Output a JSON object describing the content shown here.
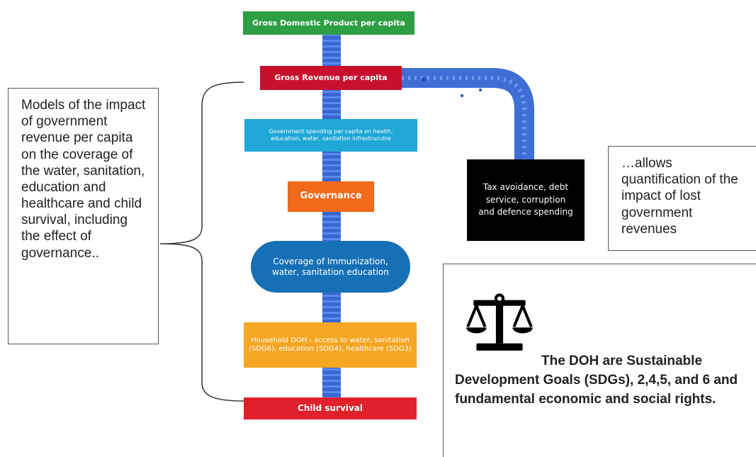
{
  "colors": {
    "gdp": "#2e9e44",
    "revenue": "#c8102e",
    "spending": "#1fa7d6",
    "governance": "#f06a1a",
    "coverage": "#1670b5",
    "household": "#f5a623",
    "child_survival": "#e0202a",
    "tax": "#000000",
    "pipe": "#3f6ed6"
  },
  "icons": {
    "justice": "scales-icon"
  },
  "flow": {
    "gdp": "Gross Domestic Product per capita",
    "revenue": "Gross Revenue per capita",
    "spending": "Government spending per capita on health, education, water, sanitation infrastrucutre",
    "governance": "Governance",
    "coverage": "Coverage of Immunization, water, sanitation education",
    "household": "Household DOH - access to water, sanitation (SDG6), education (SDG4), healthcare (SDG3)",
    "child_survival": "Child survival",
    "tax": "Tax avoidance, debt service, corruption and defence spending"
  },
  "notes": {
    "models": "Models of the impact of government revenue per capita on the coverage of the water, sanitation, education and healthcare and child survival, including the effect of governance..",
    "allows": "…allows quantification of the impact of lost government revenues",
    "doh": "The DOH are Sustainable Development Goals (SDGs), 2,4,5, and 6 and fundamental economic and social rights."
  }
}
